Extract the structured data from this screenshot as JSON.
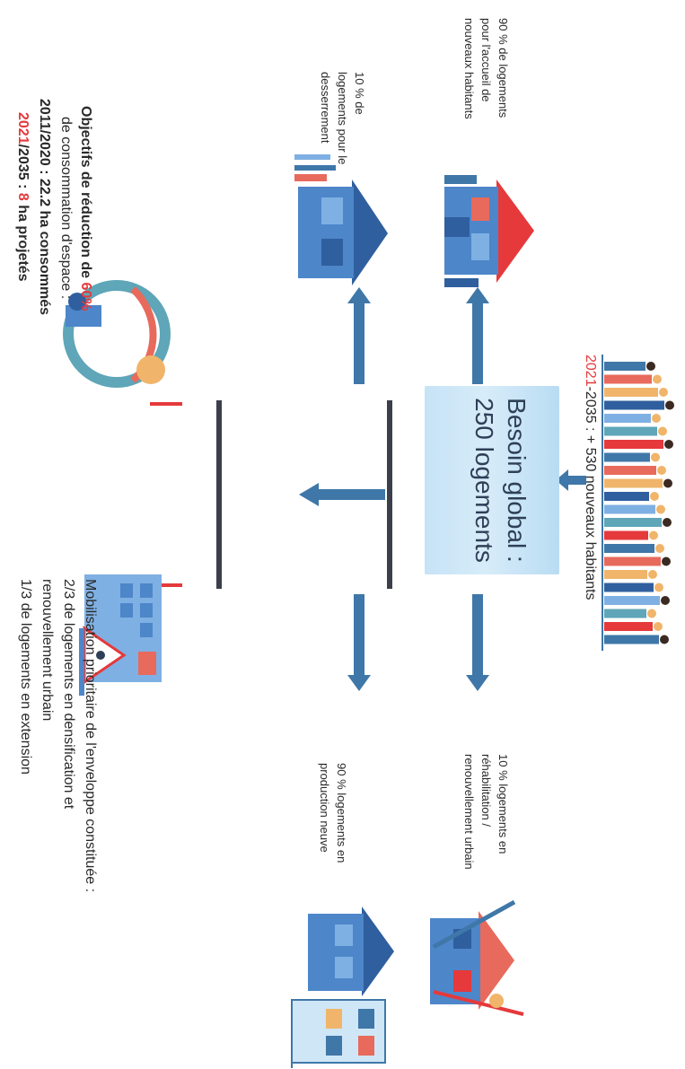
{
  "population": {
    "period_start": "2021",
    "period_rest": "-2035 : + 530 nouveaux habitants"
  },
  "global_need": {
    "line1": "Besoin global :",
    "line2": "250 logements"
  },
  "branch_arrivals": {
    "line1": "90 % de logements",
    "line2": "pour l'accueil de",
    "line3": "nouveaux habitants"
  },
  "branch_decohabitation": {
    "line1": "10 % de",
    "line2": "logements pour le",
    "line3": "desserrement"
  },
  "branch_rehab": {
    "line1": "10 % logements en",
    "line2": "réhabilitation /",
    "line3": "renouvellement urbain"
  },
  "branch_new": {
    "line1": "90 % logements en",
    "line2": "production neuve"
  },
  "mobilisation": {
    "line1": "Mobilisation prioritaire de l'enveloppe constituée :",
    "line2": "2/3 de logements en densification et",
    "line3": "renouvellement urbain",
    "line4": "1/3 de logements en extension"
  },
  "objectives": {
    "line1_text": "Objectifs de réduction de ",
    "line1_pct": "60%",
    "line2": "de consommation d'espace :",
    "line3": "2011/2020 : 22.2 ha consommés",
    "line4_year_a": "2021",
    "line4_year_b": "/2035 : ",
    "line4_value": "8",
    "line4_unit": " ha projetés"
  },
  "colors": {
    "arrow_blue": "#3f77a8",
    "accent_red": "#e5393c",
    "box_blue": "#c6e3f6",
    "separator": "#3c3f4a"
  }
}
